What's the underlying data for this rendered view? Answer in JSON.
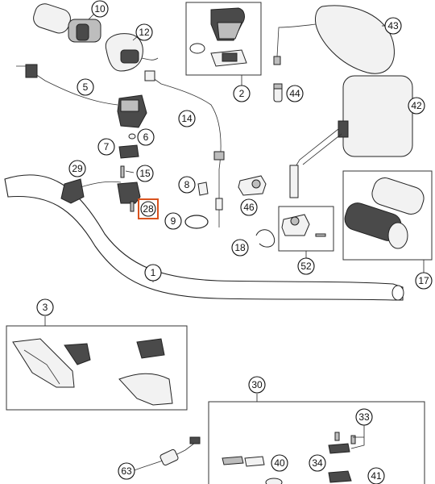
{
  "callouts": {
    "c10": "10",
    "c12": "12",
    "c2": "2",
    "c43": "43",
    "c5": "5",
    "c44": "44",
    "c42": "42",
    "c14": "14",
    "c6": "6",
    "c7": "7",
    "c15": "15",
    "c29": "29",
    "c8": "8",
    "c46": "46",
    "c28": "28",
    "c9": "9",
    "c18": "18",
    "c52": "52",
    "c1": "1",
    "c17": "17",
    "c3": "3",
    "c30": "30",
    "c33": "33",
    "c63": "63",
    "c40": "40",
    "c34": "34",
    "c41": "41"
  },
  "highlight": {
    "part": "28",
    "color": "#d9531e"
  }
}
